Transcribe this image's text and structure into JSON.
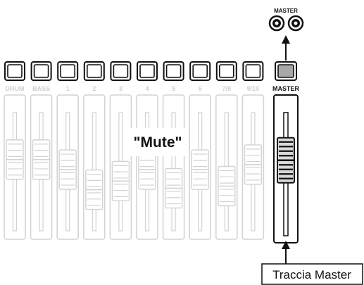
{
  "channels": [
    {
      "label": "DRUM",
      "fader": 0.62
    },
    {
      "label": "BASS",
      "fader": 0.62
    },
    {
      "label": "1",
      "fader": 0.48
    },
    {
      "label": "2",
      "fader": 0.2
    },
    {
      "label": "3",
      "fader": 0.32
    },
    {
      "label": "4",
      "fader": 0.48
    },
    {
      "label": "5",
      "fader": 0.22
    },
    {
      "label": "6",
      "fader": 0.48
    },
    {
      "label": "7/8",
      "fader": 0.25
    },
    {
      "label": "9/10",
      "fader": 0.55
    }
  ],
  "master": {
    "label": "MASTER",
    "fader": 0.62,
    "output_label": "MASTER"
  },
  "mute_label": "\"Mute\"",
  "callout_label": "Traccia Master",
  "colors": {
    "faded": "#d2d2d2",
    "dark": "#111111",
    "master_button": "#a8a8a8"
  }
}
